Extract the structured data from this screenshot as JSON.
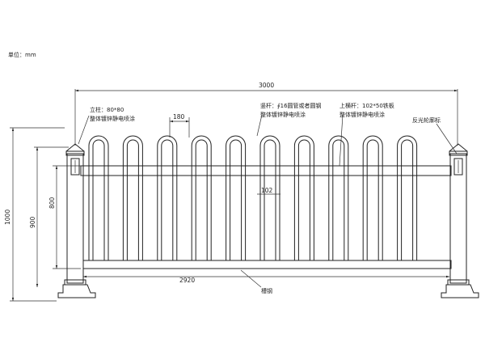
{
  "unit_label": "单位：mm",
  "dimensions": {
    "total_width": "3000",
    "bar_spacing": "180",
    "height_total": "1000",
    "height_900": "900",
    "height_800": "800",
    "inner_width": "2920",
    "bar_gap": "102"
  },
  "annotations": {
    "post_line1": "立柱：80*80",
    "post_line2": "整体镀锌静电喷涂",
    "bar_line1": "竖杆：∮16圆管或者圆钢",
    "bar_line2": "整体镀锌静电喷涂",
    "rail_line1": "上横杆：102*50铁板",
    "rail_line2": "整体镀锌静电喷涂",
    "reflector": "反光轮廓标",
    "channel": "槽钢"
  }
}
